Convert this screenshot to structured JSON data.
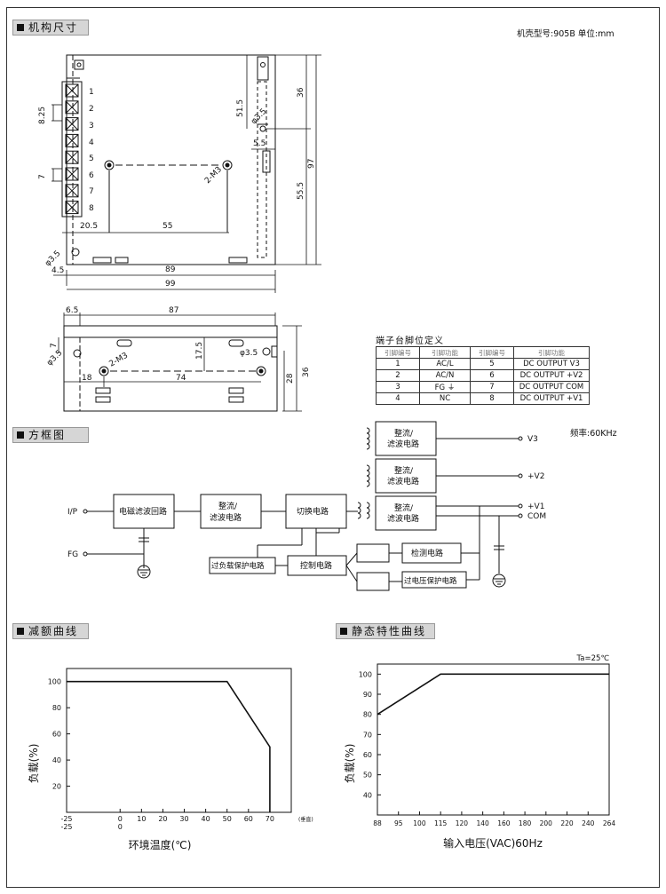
{
  "sections": {
    "dimensions": "机构尺寸",
    "block_diagram": "方框图",
    "derating": "减额曲线",
    "static": "静态特性曲线"
  },
  "case_note": "机壳型号:905B 单位:mm",
  "freq_note": "频率:60KHz",
  "terminal_table": {
    "title": "端子台脚位定义",
    "headers": [
      "引脚编号",
      "引脚功能",
      "引脚编号",
      "引脚功能"
    ],
    "rows": [
      [
        "1",
        "AC/L",
        "5",
        "DC OUTPUT V3"
      ],
      [
        "2",
        "AC/N",
        "6",
        "DC OUTPUT +V2"
      ],
      [
        "3",
        "FG ⏚",
        "7",
        "DC OUTPUT COM"
      ],
      [
        "4",
        "NC",
        "8",
        "DC OUTPUT +V1"
      ]
    ]
  },
  "top_view": {
    "pins": [
      "1",
      "2",
      "3",
      "4",
      "5",
      "6",
      "7",
      "8"
    ],
    "dims": [
      "8.25",
      "7",
      "51.5",
      "36",
      "97",
      "55.5",
      "5.5",
      "20.5",
      "55",
      "4.5",
      "89",
      "99",
      "2-M3",
      "φ3.5",
      "φ3.5",
      "φ3.5"
    ]
  },
  "side_view": {
    "dims": [
      "6.5",
      "87",
      "7",
      "17.5",
      "36",
      "28",
      "18",
      "74",
      "2-M3",
      "φ3.5",
      "φ3.5"
    ]
  },
  "block": {
    "input": "I/P",
    "fg": "FG",
    "emi": "电磁滤波回路",
    "rect1_a": "整流/",
    "rect1_b": "滤波电路",
    "switch": "切换电路",
    "control": "控制电路",
    "olp": "过负载保护电路",
    "detect": "检测电路",
    "ovp": "过电压保护电路",
    "out_rect_a": "整流/",
    "out_rect_b": "滤波电路",
    "outputs": [
      "V3",
      "+V2",
      "+V1",
      "COM"
    ]
  },
  "chart_data": [
    {
      "type": "line",
      "title": "",
      "xlabel": "环境温度(℃)",
      "ylabel": "负载(%)",
      "x_unit_note": "(垂直)",
      "x_ticks": [
        "-25",
        "0",
        "10",
        "20",
        "30",
        "40",
        "50",
        "60",
        "70"
      ],
      "x_ticks_second": [
        "-25",
        "0"
      ],
      "y_ticks": [
        "20",
        "40",
        "60",
        "80",
        "100"
      ],
      "x": [
        -25,
        50,
        70,
        70
      ],
      "y": [
        100,
        100,
        50,
        0
      ],
      "xlim": [
        -25,
        80
      ],
      "ylim": [
        0,
        110
      ]
    },
    {
      "type": "line",
      "title": "",
      "annotation": "Ta=25℃",
      "xlabel": "输入电压(VAC)60Hz",
      "ylabel": "负载(%)",
      "x_ticks": [
        "88",
        "95",
        "100",
        "115",
        "120",
        "140",
        "160",
        "180",
        "200",
        "220",
        "240",
        "264"
      ],
      "y_ticks": [
        "40",
        "50",
        "60",
        "70",
        "80",
        "90",
        "100"
      ],
      "x": [
        88,
        115,
        264
      ],
      "y": [
        80,
        100,
        100
      ],
      "ylim": [
        30,
        105
      ]
    }
  ]
}
